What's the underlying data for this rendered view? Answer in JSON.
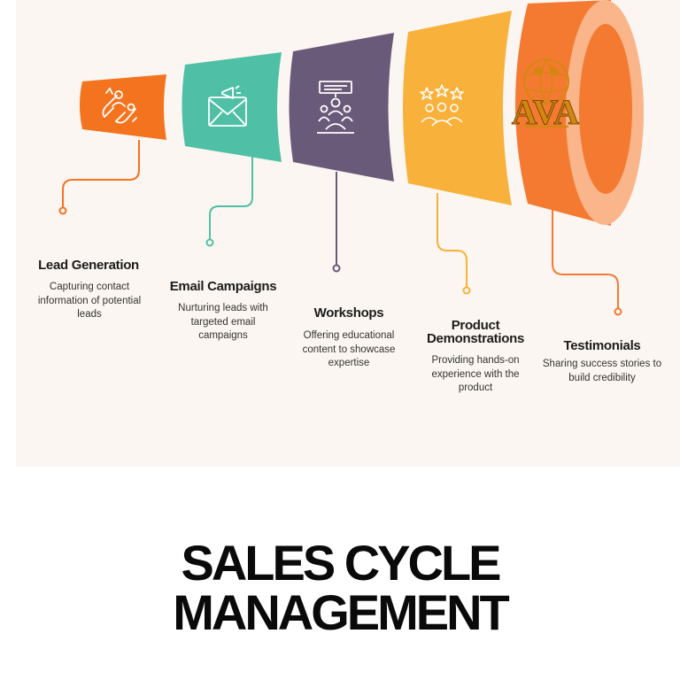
{
  "colors": {
    "panel": "#fbf6f1",
    "step1": "#f4731f",
    "step2": "#4fc0a6",
    "step3": "#6a5a7a",
    "step4": "#f8b13a",
    "step5": "#f47a32",
    "logo": "#d4870f"
  },
  "logo": {
    "text": "AVA",
    "icon": "globe-logo-icon"
  },
  "steps": [
    {
      "title": "Lead Generation",
      "description": "Capturing contact information of potential leads",
      "icon": "magnet-people-icon"
    },
    {
      "title": "Email Campaigns",
      "description": "Nurturing leads with targeted email campaigns",
      "icon": "email-megaphone-icon"
    },
    {
      "title": "Workshops",
      "description": "Offering educational content to showcase expertise",
      "icon": "presentation-audience-icon"
    },
    {
      "title": "Product Demonstrations",
      "description": "Providing hands-on experience with the product",
      "icon": "stars-people-icon"
    },
    {
      "title": "Testimonials",
      "description": "Sharing success stories to build credibility",
      "icon": "testimonial-icon"
    }
  ],
  "heading": {
    "line1": "SALES CYCLE",
    "line2": "MANAGEMENT"
  }
}
